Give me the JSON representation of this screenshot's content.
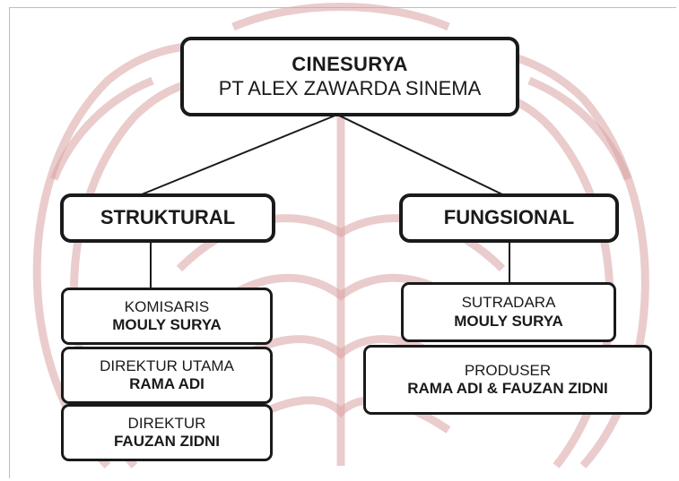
{
  "root": {
    "title": "CINESURYA",
    "subtitle": "PT ALEX ZAWARDA SINEMA"
  },
  "left": {
    "heading": "STRUKTURAL",
    "items": [
      {
        "role": "KOMISARIS",
        "name": "MOULY SURYA"
      },
      {
        "role": "DIREKTUR UTAMA",
        "name": "RAMA ADI"
      },
      {
        "role": "DIREKTUR",
        "name": "FAUZAN ZIDNI"
      }
    ]
  },
  "right": {
    "heading": "FUNGSIONAL",
    "items": [
      {
        "role": "SUTRADARA",
        "name": "MOULY SURYA"
      },
      {
        "role": "PRODUSER",
        "name": "RAMA ADI & FAUZAN ZIDNI"
      }
    ]
  },
  "colors": {
    "box_border": "#1a1a1a",
    "watermark": "#d9a3a3"
  }
}
